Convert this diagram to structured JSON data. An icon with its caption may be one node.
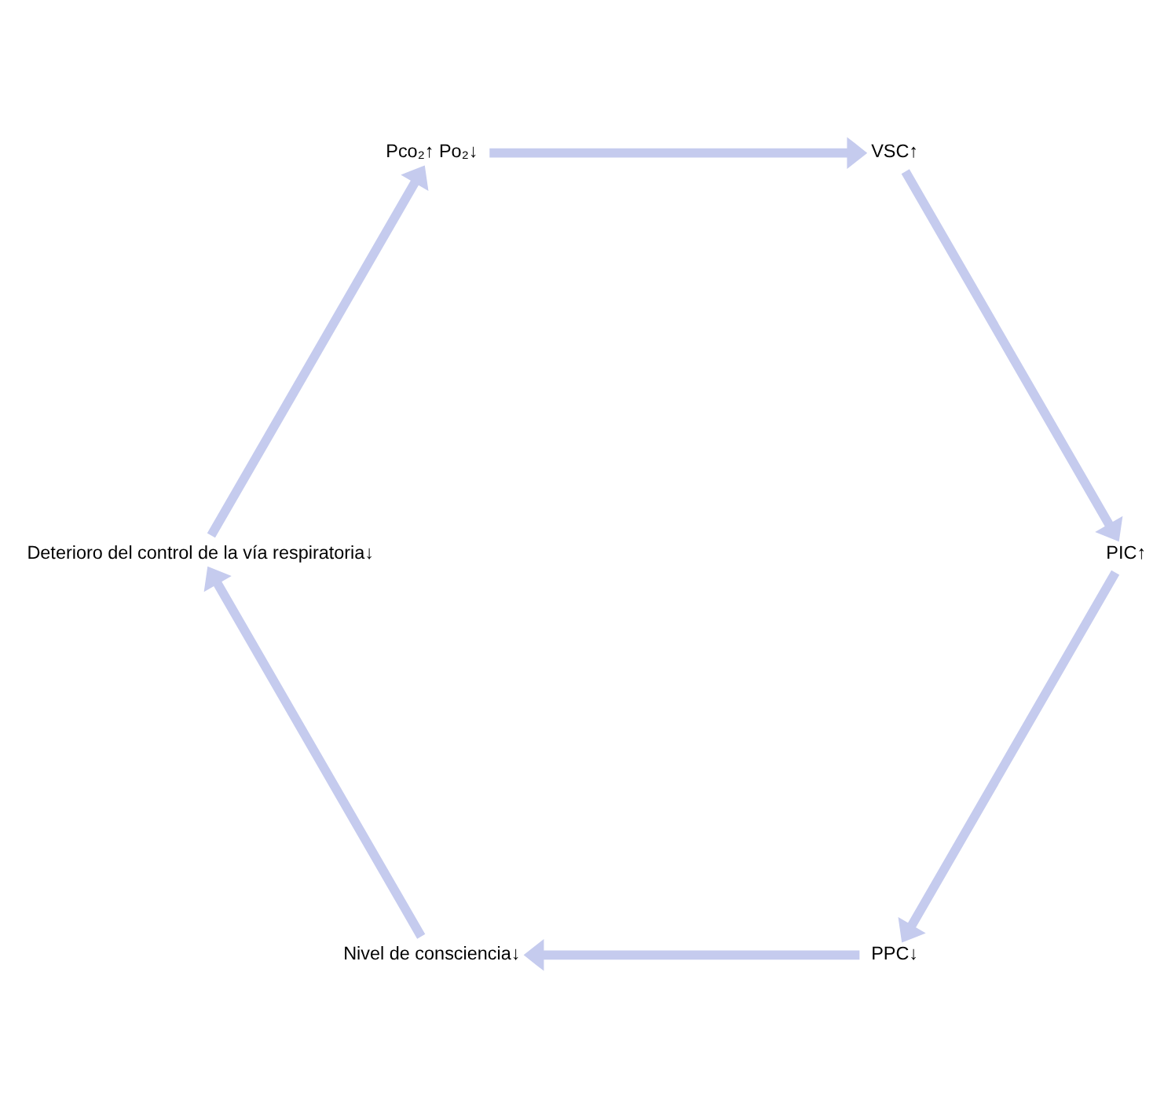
{
  "diagram": {
    "nodes": [
      {
        "text": [
          "PPC↓"
        ]
      },
      {
        "text": [
          "Nivel de consciencia↓"
        ]
      },
      {
        "text": [
          "Deterioro del control de la vía respiratoria↓"
        ]
      },
      {
        "text": [
          "Pco₂↑ Po₂↓"
        ]
      },
      {
        "text": [
          "VSC↑"
        ]
      },
      {
        "text": [
          "PIC↑"
        ]
      }
    ],
    "edges": [
      {
        "from": 0,
        "to": 1,
        "arrow": "to"
      },
      {
        "from": 1,
        "to": 2,
        "arrow": "to"
      },
      {
        "from": 2,
        "to": 3,
        "arrow": "to"
      },
      {
        "from": 3,
        "to": 4,
        "arrow": "to"
      },
      {
        "from": 4,
        "to": 5,
        "arrow": "to"
      },
      {
        "from": 5,
        "to": 0,
        "arrow": "to"
      }
    ]
  }
}
